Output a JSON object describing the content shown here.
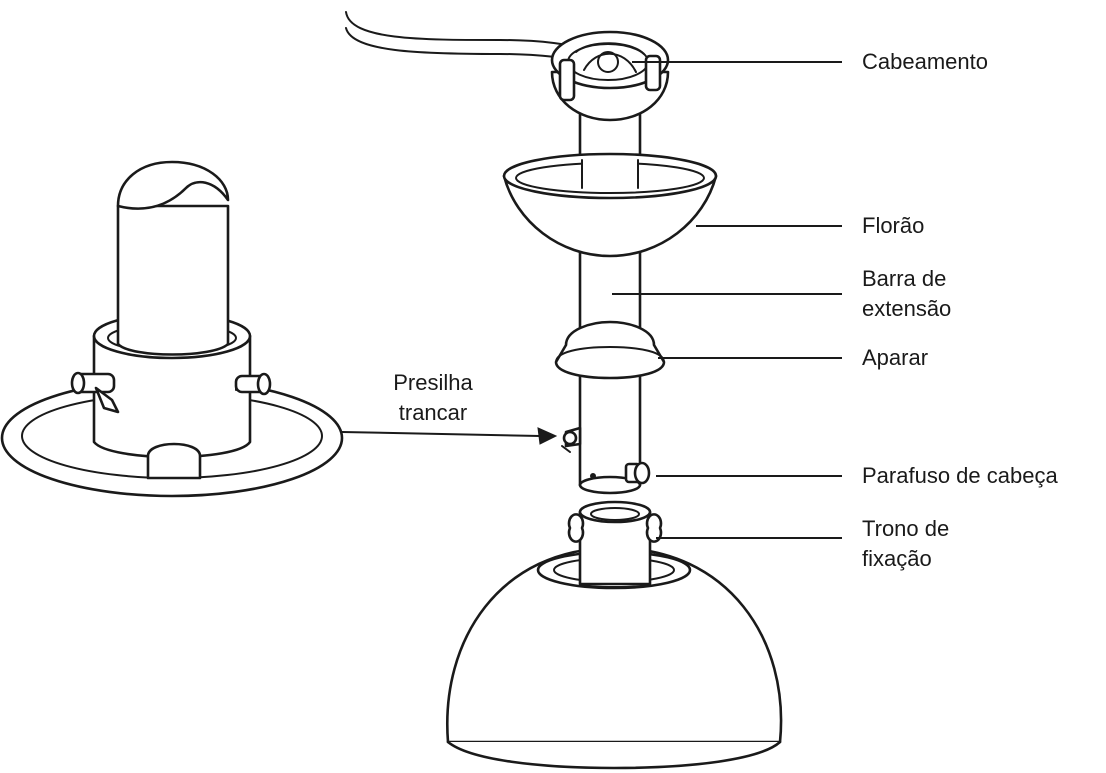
{
  "labels": {
    "cabeamento": "Cabeamento",
    "florao": "Florão",
    "barra_line1": "Barra de",
    "barra_line2": "extensão",
    "aparar": "Aparar",
    "parafuso": "Parafuso de cabeça",
    "trono_line1": "Trono de",
    "trono_line2": "fixação",
    "presilha_line1": "Presilha",
    "presilha_line2": "trancar"
  }
}
